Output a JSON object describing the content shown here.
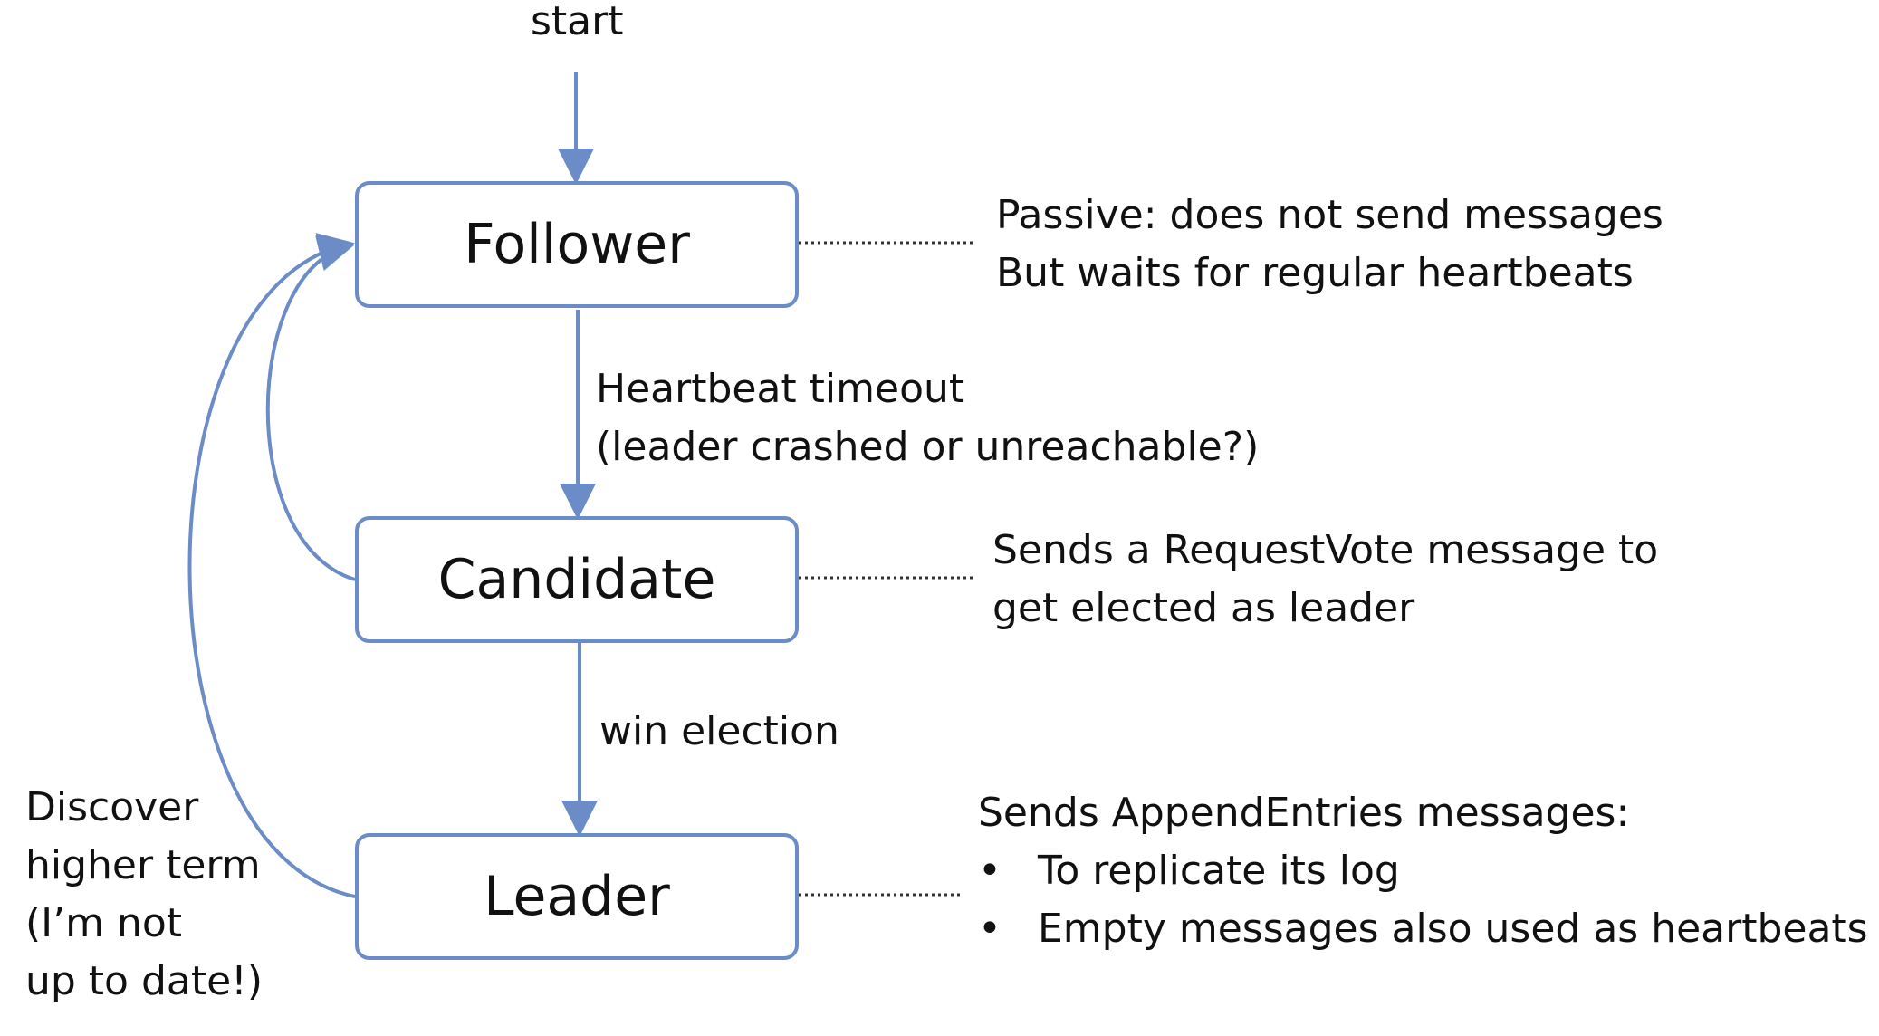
{
  "diagram": {
    "start_label": "start",
    "states": {
      "follower": "Follower",
      "candidate": "Candidate",
      "leader": "Leader"
    },
    "transitions": {
      "heartbeat_timeout": [
        "Heartbeat timeout",
        "(leader crashed or unreachable?)"
      ],
      "win_election": "win election",
      "discover_higher_term": [
        "Discover",
        "higher term",
        "(I’m not",
        "up to date!)"
      ]
    },
    "notes": {
      "follower": [
        "Passive: does not send messages",
        "But waits for regular heartbeats"
      ],
      "candidate": [
        "Sends a RequestVote message to",
        "get elected as leader"
      ],
      "leader": {
        "heading": "Sends AppendEntries messages:",
        "bullet_symbol": "•",
        "bullets": [
          "To replicate its log",
          "Empty messages also used as heartbeats"
        ]
      }
    },
    "colors": {
      "box_border": "#6b8cc6",
      "arrow": "#6b8cc6",
      "text": "#111111",
      "background": "#ffffff"
    }
  }
}
